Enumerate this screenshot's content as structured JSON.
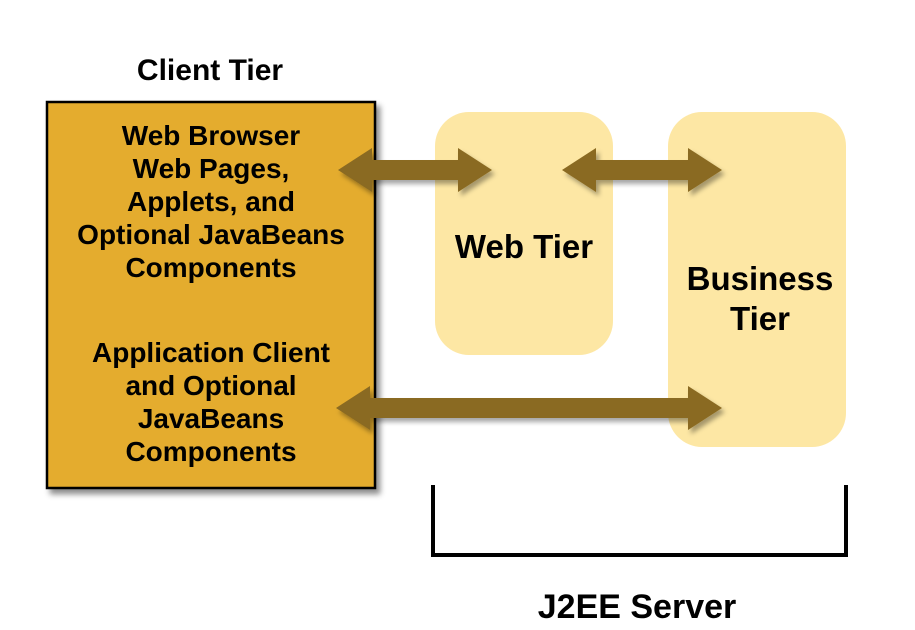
{
  "client_tier": {
    "title": "Client Tier",
    "web_browser_lines": [
      "Web Browser",
      "Web Pages,",
      "Applets, and",
      "Optional JavaBeans",
      "Components"
    ],
    "app_client_lines": [
      "Application Client",
      "and Optional",
      "JavaBeans",
      "Components"
    ]
  },
  "web_tier": {
    "label": "Web Tier"
  },
  "business_tier": {
    "label_lines": [
      "Business",
      "Tier"
    ]
  },
  "server": {
    "label": "J2EE Server"
  },
  "colors": {
    "client_box_fill": "#e4ac2d",
    "tier_fill": "#fde7a4",
    "arrow_fill": "#8a6a20",
    "bracket_stroke": "#000000"
  }
}
